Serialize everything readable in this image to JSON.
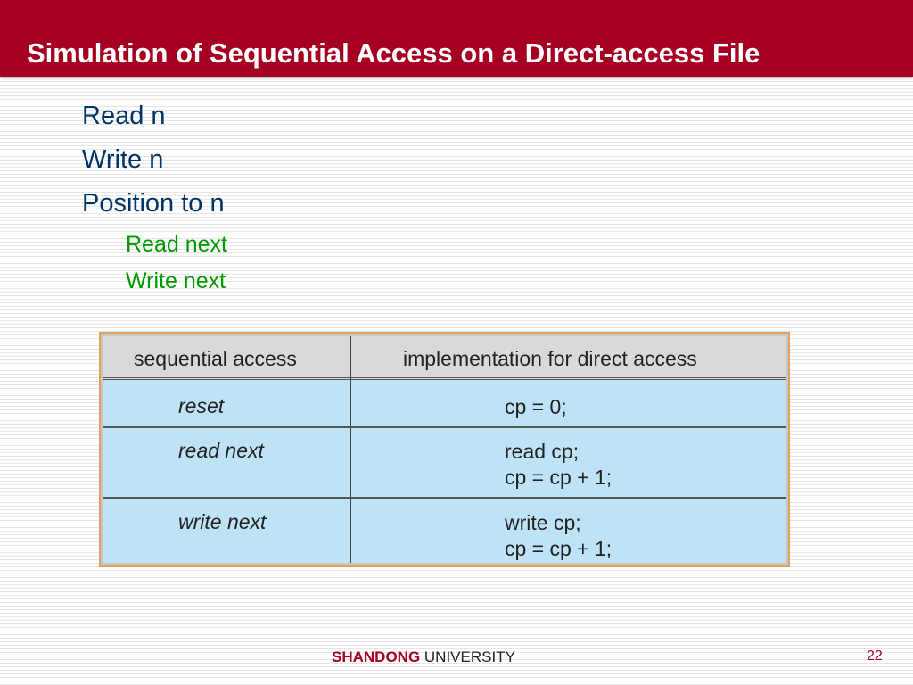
{
  "slide": {
    "title": "Simulation of Sequential Access on a Direct-access File"
  },
  "bullets": {
    "level1": [
      "Read n",
      "Write n",
      "Position to n"
    ],
    "level2": [
      "Read next",
      "Write next"
    ]
  },
  "table": {
    "headers": [
      "sequential access",
      "implementation for direct access"
    ],
    "rows": [
      {
        "op": "reset",
        "impl": [
          "cp = 0;"
        ]
      },
      {
        "op": "read next",
        "impl": [
          "read cp;",
          "cp = cp + 1;"
        ]
      },
      {
        "op": "write next",
        "impl": [
          "write cp;",
          "cp = cp + 1;"
        ]
      }
    ]
  },
  "footer": {
    "brand": "SHANDONG",
    "rest": "UNIVERSITY",
    "page": "22"
  },
  "colors": {
    "title_bar": "#a50021",
    "bullet_level1": "#003366",
    "bullet_level2": "#009900",
    "table_body": "#bfe3f6",
    "table_header": "#d9d9d9",
    "table_frame": "#e3a05a"
  }
}
